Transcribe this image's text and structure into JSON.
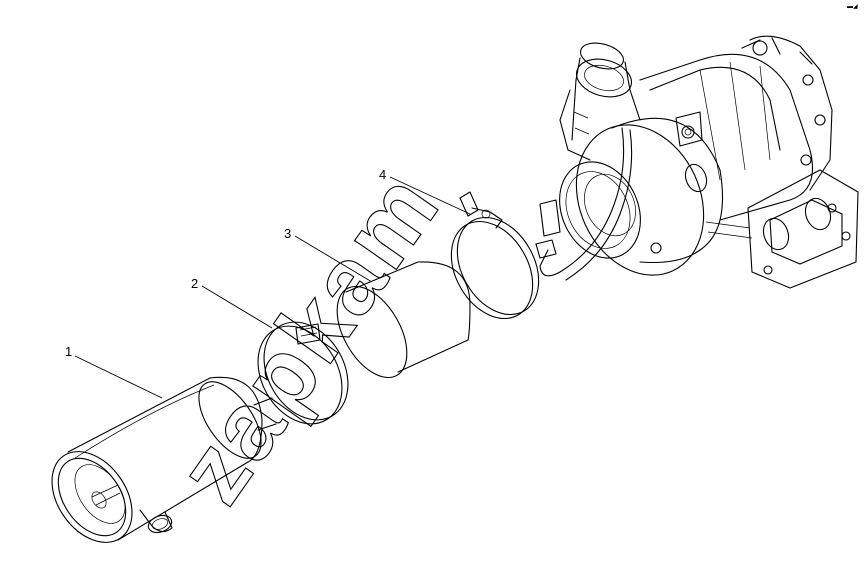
{
  "diagram": {
    "callouts": [
      {
        "id": "1",
        "label": "1"
      },
      {
        "id": "2",
        "label": "2"
      },
      {
        "id": "3",
        "label": "3"
      },
      {
        "id": "4",
        "label": "4"
      }
    ],
    "watermark": "zapkam",
    "corner_mark": "▬◢",
    "colors": {
      "line": "#000000",
      "background": "#ffffff"
    }
  }
}
